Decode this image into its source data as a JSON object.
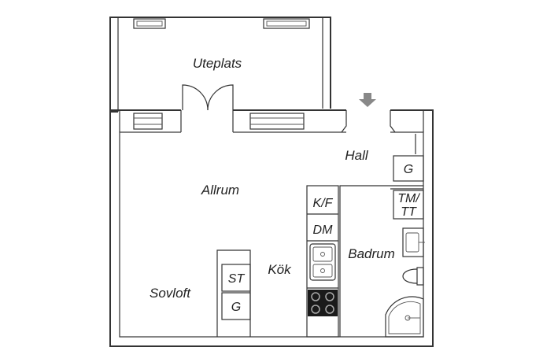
{
  "rooms": {
    "uteplats": "Uteplats",
    "hall": "Hall",
    "allrum": "Allrum",
    "kok": "Kök",
    "badrum": "Badrum",
    "sovloft": "Sovloft"
  },
  "fixtures": {
    "garderob_hall": "G",
    "tm_tt_line1": "TM/",
    "tm_tt_line2": "TT",
    "kyl_frys": "K/F",
    "diskmaskin": "DM",
    "stadskap": "ST",
    "garderob_kok": "G"
  },
  "icons": {
    "entrance": "entrance-arrow-icon",
    "sink": "sink-icon",
    "stove": "stove-icon",
    "toilet": "toilet-icon",
    "shower": "shower-icon",
    "washbasin": "washbasin-icon"
  },
  "colors": {
    "wall": "#333333",
    "entrance_arrow": "#888888",
    "stove": "#1a1a1a"
  }
}
